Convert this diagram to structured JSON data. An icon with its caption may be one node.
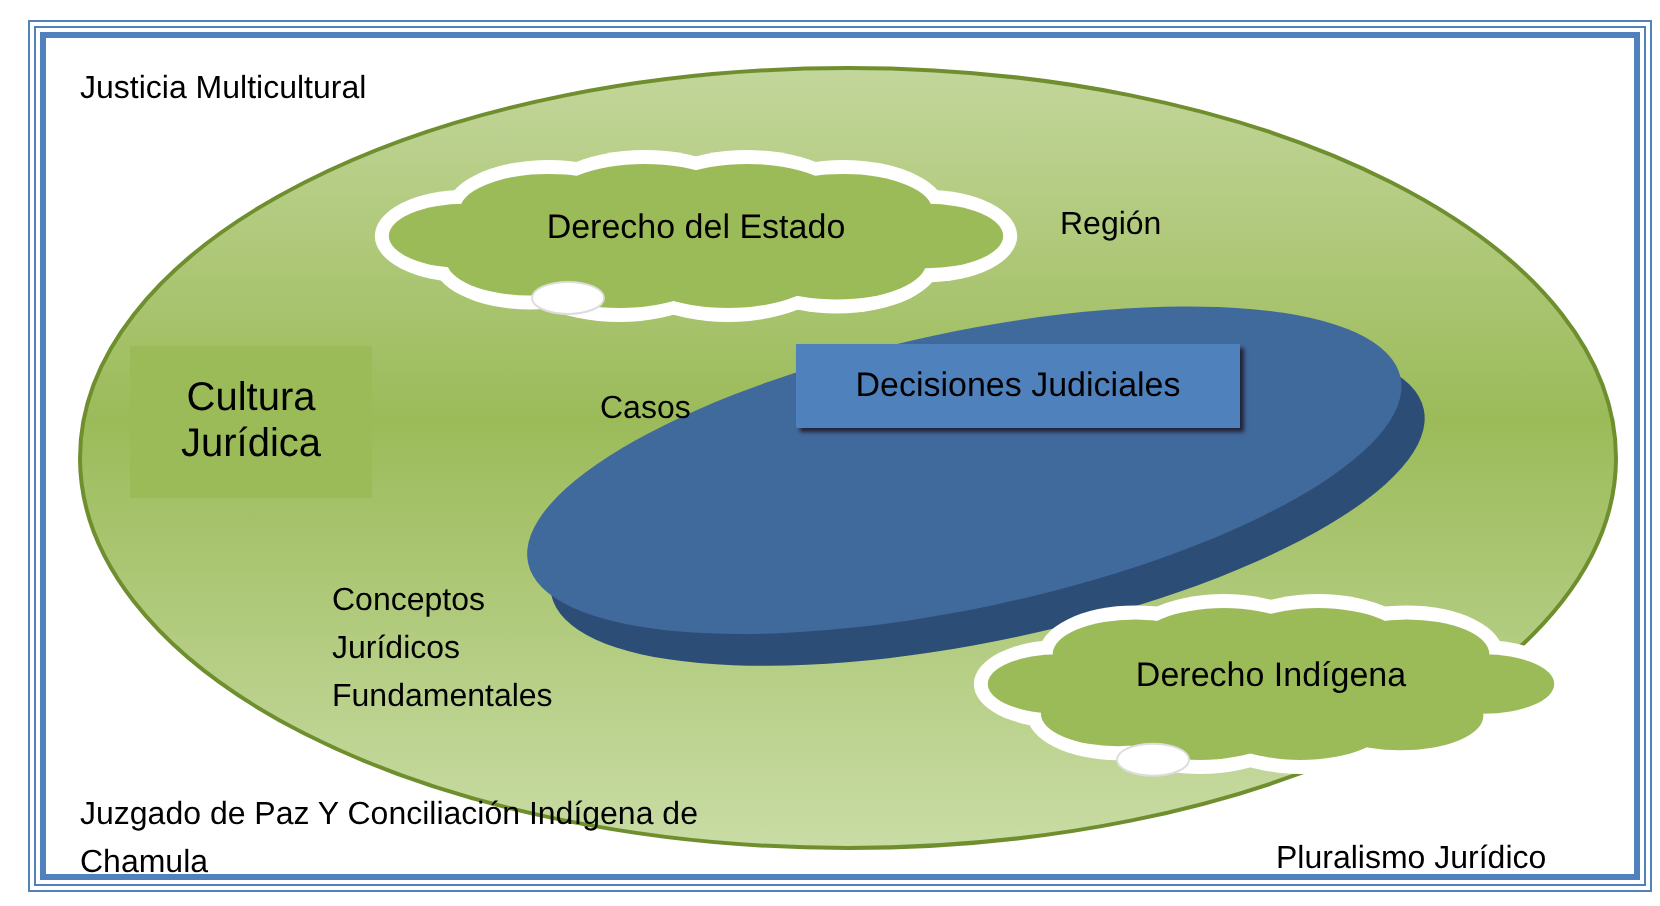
{
  "diagram": {
    "nodes": [
      {
        "text": [],
        "shape": "ellipse"
      },
      {
        "text": [
          "Derecho del Estado"
        ],
        "in": 0
      },
      {
        "text": [
          "Cultura Jurídica"
        ],
        "in": 0
      },
      {
        "text": [],
        "shape": "cylinder",
        "in": 0
      },
      {
        "text": [
          "Decisiones Judiciales"
        ],
        "in": 3
      },
      {
        "text": [
          "Derecho Indígena"
        ],
        "in": 0
      }
    ],
    "labels": [
      "Justicia Multicultural",
      "Región",
      "Casos",
      "Conceptos Jurídicos Fundamentales",
      "Juzgado de Paz Y Conciliación Indígena de Chamula",
      "Pluralismo Jurídico"
    ]
  }
}
